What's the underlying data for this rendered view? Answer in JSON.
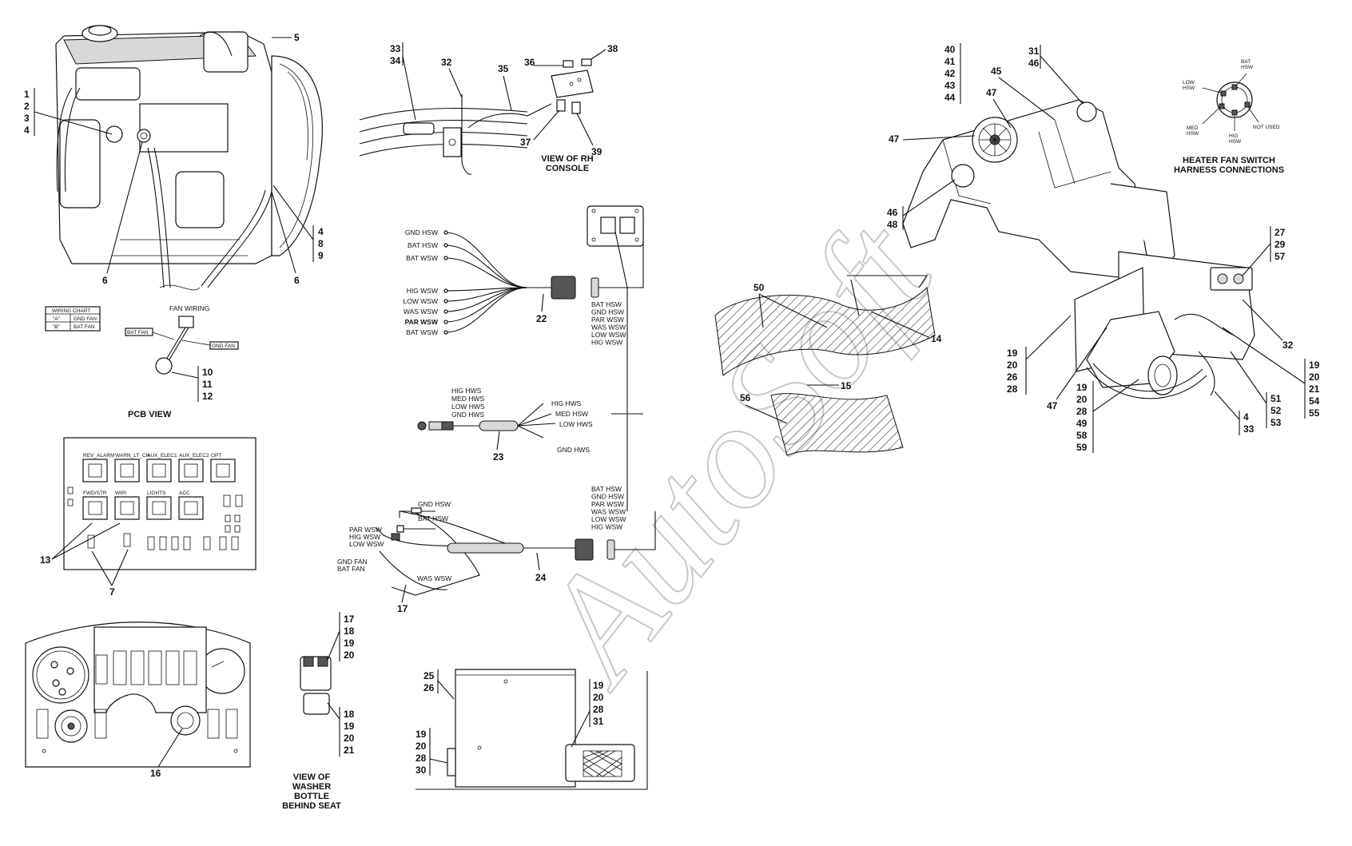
{
  "diagram": {
    "watermark": "AutoSoft",
    "captions": {
      "pcb_view": "PCB VIEW",
      "fan_wiring": "FAN WIRING",
      "rh_console": "VIEW OF RH CONSOLE",
      "heater_switch": "HEATER FAN SWITCH HARNESS CONNECTIONS",
      "washer_bottle": "VIEW OF WASHER BOTTLE BEHIND SEAT"
    },
    "wiring_chart": {
      "title": "WIRING CHART",
      "rows": [
        {
          "key": "\"A\"",
          "value": "GND FAN"
        },
        {
          "key": "\"B\"",
          "value": "BAT FAN"
        }
      ]
    },
    "fan_labels": {
      "bat": "BAT FAN",
      "gnd": "GND FAN"
    },
    "switch_labels": {
      "bat": "BAT HSW",
      "low": "LOW HSW",
      "med": "MED HSW",
      "hig": "HIG HSW",
      "not_used": "NOT USED"
    },
    "pcb_relays": [
      "REV_ALARM",
      "WARN_LT_CH",
      "AUX_ELEC1",
      "AUX_ELEC2",
      "OPT",
      "FWD/STR",
      "WIPI",
      "LIGHTS",
      "ACC"
    ],
    "harness22_wires": [
      "GND HSW",
      "BAT HSW",
      "BAT WSW",
      "HIG WSW",
      "LOW WSW",
      "WAS WSW",
      "PAR WSW",
      "BAT WSW"
    ],
    "connector22_pins": [
      "BAT HSW",
      "GND HSW",
      "PAR WSW",
      "WAS WSW",
      "LOW WSW",
      "HIG WSW"
    ],
    "harness23_left": [
      "HIG HWS",
      "MED HWS",
      "LOW HWS",
      "GND HWS"
    ],
    "harness23_right": [
      "HIG HWS",
      "MED HSW",
      "LOW HWS",
      "GND HWS"
    ],
    "harness24_right": [
      "BAT HSW",
      "GND HSW",
      "PAR WSW",
      "WAS WSW",
      "LOW WSW",
      "HIG WSW"
    ],
    "harness24_left": {
      "gnd_hsw": "GND HSW",
      "bat_hsw": "BAT HSW",
      "par_wsw": "PAR WSW",
      "hig_wsw": "HIG WSW",
      "low_wsw": "LOW WSW",
      "gnd_fan": "GND FAN",
      "bat_fan": "BAT FAN",
      "was_wsw": "WAS WSW"
    },
    "callouts": {
      "c5": "5",
      "c1234": [
        "1",
        "2",
        "3",
        "4"
      ],
      "c6a": "6",
      "c6b": "6",
      "c489": [
        "4",
        "8",
        "9"
      ],
      "c101112": [
        "10",
        "11",
        "12"
      ],
      "c13": "13",
      "c7": "7",
      "c16": "16",
      "c3334": [
        "33",
        "34"
      ],
      "c32a": "32",
      "c35": "35",
      "c36": "36",
      "c38": "38",
      "c37": "37",
      "c39": "39",
      "c22": "22",
      "c23": "23",
      "c24": "24",
      "c17": "17",
      "c17181920": [
        "17",
        "18",
        "19",
        "20"
      ],
      "c18192021": [
        "18",
        "19",
        "20",
        "21"
      ],
      "c2526": [
        "25",
        "26"
      ],
      "c19202831": [
        "19",
        "20",
        "28",
        "31"
      ],
      "c19202830": [
        "19",
        "20",
        "28",
        "30"
      ],
      "c50": "50",
      "c14": "14",
      "c15": "15",
      "c56": "56",
      "c4041424344": [
        "40",
        "41",
        "42",
        "43",
        "44"
      ],
      "c45": "45",
      "c47a": "47",
      "c47b": "47",
      "c3146": [
        "31",
        "46"
      ],
      "c4648": [
        "46",
        "48"
      ],
      "c272957": [
        "27",
        "29",
        "57"
      ],
      "c32b": "32",
      "c19202628": [
        "19",
        "20",
        "26",
        "28"
      ],
      "c47c": "47",
      "c192028495859": [
        "19",
        "20",
        "28",
        "49",
        "58",
        "59"
      ],
      "c433": [
        "4",
        "33"
      ],
      "c515253": [
        "51",
        "52",
        "53"
      ],
      "c1920215455": [
        "19",
        "20",
        "21",
        "54",
        "55"
      ]
    }
  }
}
